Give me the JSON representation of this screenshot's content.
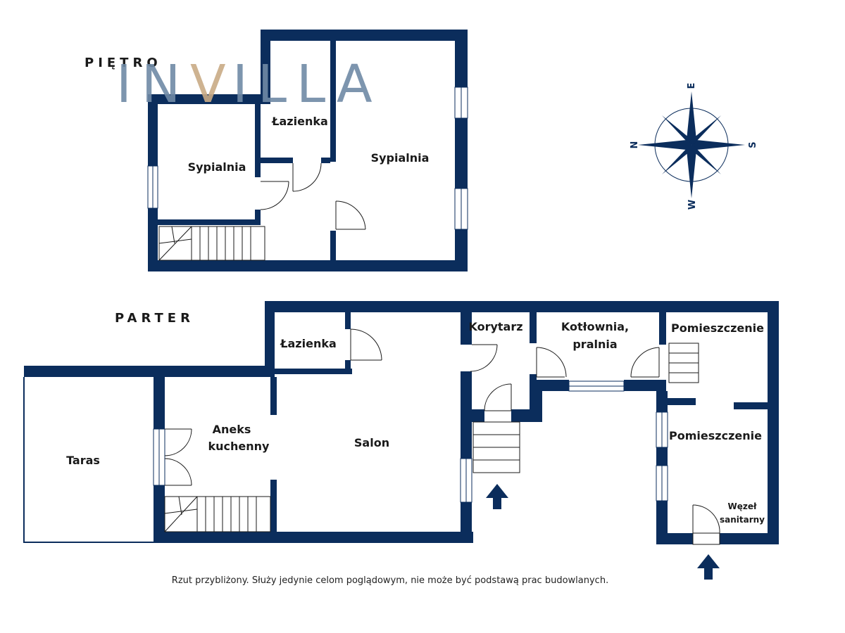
{
  "floors": {
    "upper_label": "PIĘTRO",
    "ground_label": "PARTER"
  },
  "logo": {
    "left": "IN",
    "accent": "V",
    "right": "ILLA"
  },
  "rooms": {
    "upper_bedroom_left": "Sypialnia",
    "upper_bathroom": "Łazienka",
    "upper_bedroom_right": "Sypialnia",
    "ground_bathroom": "Łazienka",
    "terrace": "Taras",
    "kitchenette_line1": "Aneks",
    "kitchenette_line2": "kuchenny",
    "living_room": "Salon",
    "corridor": "Korytarz",
    "boiler_line1": "Kotłownia,",
    "boiler_line2": "pralnia",
    "room_upper": "Pomieszczenie",
    "room_lower": "Pomieszczenie",
    "sanitary_line1": "Węzeł",
    "sanitary_line2": "sanitarny"
  },
  "compass": {
    "north": "N",
    "south": "S",
    "east": "E",
    "west": "W"
  },
  "disclaimer": "Rzut przybliżony. Służy jedynie celom poglądowym, nie może być podstawą prac budowlanych.",
  "colors": {
    "wall": "#0b2d5c",
    "logo": "#6f8aa6",
    "logo_accent": "#c9ab86"
  }
}
